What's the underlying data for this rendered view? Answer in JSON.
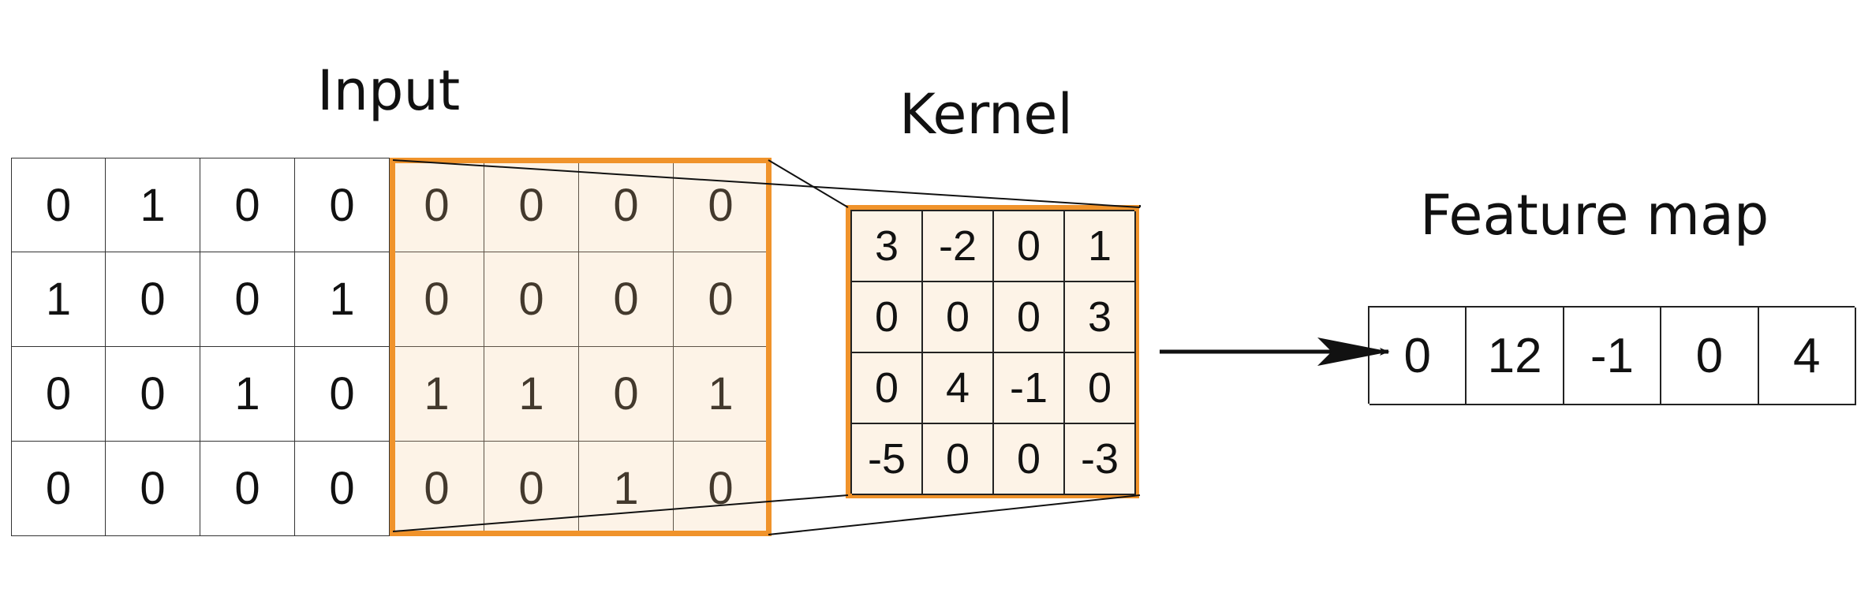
{
  "titles": {
    "input": "Input",
    "kernel": "Kernel",
    "feature_map": "Feature map"
  },
  "input": [
    [
      "0",
      "1",
      "0",
      "0",
      "0",
      "0",
      "0",
      "0"
    ],
    [
      "1",
      "0",
      "0",
      "1",
      "0",
      "0",
      "0",
      "0"
    ],
    [
      "0",
      "0",
      "1",
      "0",
      "1",
      "1",
      "0",
      "1"
    ],
    [
      "0",
      "0",
      "0",
      "0",
      "0",
      "0",
      "1",
      "0"
    ]
  ],
  "kernel": [
    [
      "3",
      "-2",
      "0",
      "1"
    ],
    [
      "0",
      "0",
      "0",
      "3"
    ],
    [
      "0",
      "4",
      "-1",
      "0"
    ],
    [
      "-5",
      "0",
      "0",
      "-3"
    ]
  ],
  "feature_map": [
    "0",
    "12",
    "-1",
    "0",
    "4"
  ],
  "colors": {
    "highlight_border": "#f0932b",
    "highlight_fill": "#fdf1e3"
  }
}
